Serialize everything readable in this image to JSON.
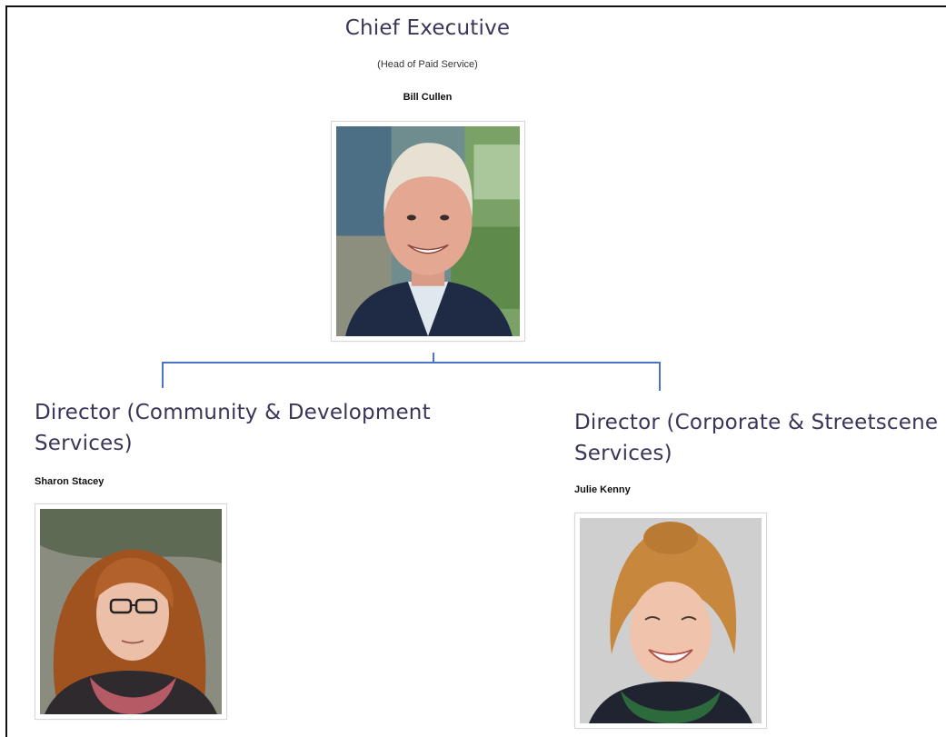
{
  "chief_executive": {
    "title": "Chief Executive",
    "subtitle": "(Head of Paid Service)",
    "name": "Bill Cullen"
  },
  "directors": [
    {
      "title_line1": "Director (Community & Development",
      "title_line2": "Services)",
      "name": "Sharon Stacey"
    },
    {
      "title_line1": "Director (Corporate & Streetscene",
      "title_line2": "Services)",
      "name": "Julie Kenny"
    }
  ],
  "colors": {
    "heading": "#3b3557",
    "connector": "#4b74c9"
  }
}
